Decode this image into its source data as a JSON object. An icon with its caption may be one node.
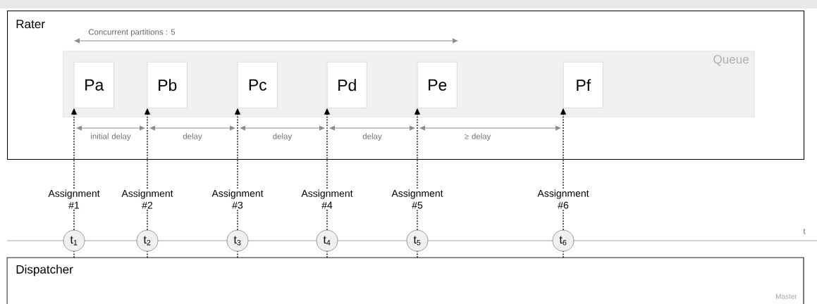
{
  "diagram": {
    "nodes": [
      {
        "text": [
          "Rater"
        ]
      },
      {
        "text": [
          "Queue"
        ],
        "in": 0
      },
      {
        "text": [
          "Pa"
        ],
        "in": 1
      },
      {
        "text": [
          "Pb"
        ],
        "in": 1
      },
      {
        "text": [
          "Pc"
        ],
        "in": 1
      },
      {
        "text": [
          "Pd"
        ],
        "in": 1
      },
      {
        "text": [
          "Pe"
        ],
        "in": 1
      },
      {
        "text": [
          "Pf"
        ],
        "in": 1
      },
      {
        "text": [
          "Assignment #1"
        ]
      },
      {
        "text": [
          "Assignment #2"
        ]
      },
      {
        "text": [
          "Assignment #3"
        ]
      },
      {
        "text": [
          "Assignment #4"
        ]
      },
      {
        "text": [
          "Assignment #5"
        ]
      },
      {
        "text": [
          "Assignment #6"
        ]
      },
      {
        "text": [
          "t$_{1}$"
        ]
      },
      {
        "text": [
          "t$_{2}$"
        ]
      },
      {
        "text": [
          "t$_{3}$"
        ]
      },
      {
        "text": [
          "t$_{4}$"
        ]
      },
      {
        "text": [
          "t$_{5}$"
        ]
      },
      {
        "text": [
          "t$_{6}$"
        ]
      },
      {
        "text": [
          "Dispatcher",
          "Master"
        ]
      }
    ],
    "edges": [
      {
        "from": 8,
        "to": 2,
        "arrow": "to"
      },
      {
        "from": 9,
        "to": 3,
        "arrow": "to"
      },
      {
        "from": 10,
        "to": 4,
        "arrow": "to"
      },
      {
        "from": 11,
        "to": 5,
        "arrow": "to"
      },
      {
        "from": 12,
        "to": 6,
        "arrow": "to"
      },
      {
        "from": 13,
        "to": 7,
        "arrow": "to"
      },
      {
        "from": 14,
        "to": 8,
        "arrow": "none"
      },
      {
        "from": 15,
        "to": 9,
        "arrow": "none"
      },
      {
        "from": 16,
        "to": 10,
        "arrow": "none"
      },
      {
        "from": 17,
        "to": 11,
        "arrow": "none"
      },
      {
        "from": 18,
        "to": 12,
        "arrow": "none"
      },
      {
        "from": 19,
        "to": 13,
        "arrow": "none"
      },
      {
        "from": 20,
        "to": 14,
        "arrow": "none"
      },
      {
        "from": 20,
        "to": 15,
        "arrow": "none"
      },
      {
        "from": 20,
        "to": 16,
        "arrow": "none"
      },
      {
        "from": 20,
        "to": 17,
        "arrow": "none"
      },
      {
        "from": 20,
        "to": 18,
        "arrow": "none"
      },
      {
        "from": 20,
        "to": 19,
        "arrow": "none"
      }
    ],
    "labels": [
      "Concurrent partitions : 5",
      "initial delay",
      "delay",
      "delay",
      "delay",
      "≥ delay",
      "t"
    ]
  }
}
